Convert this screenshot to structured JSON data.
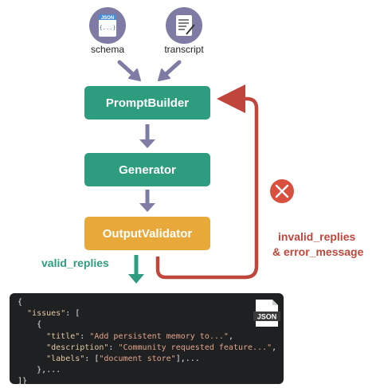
{
  "inputs": {
    "schema": {
      "label": "schema",
      "badge": "JSON",
      "glyph": "{...}",
      "icon": "json-file-icon"
    },
    "transcript": {
      "label": "transcript",
      "icon": "transcript-document-icon"
    }
  },
  "components": {
    "prompt_builder": "PromptBuilder",
    "generator": "Generator",
    "output_validator": "OutputValidator"
  },
  "edges": {
    "valid": "valid_replies",
    "invalid_line1": "invalid_replies",
    "invalid_line2": "& error_message"
  },
  "status_icon": "error-x-icon",
  "code": {
    "badge": "JSON",
    "l1": "{",
    "l2_key": "\"issues\"",
    "l2_rest": ": [",
    "l3": "    {",
    "l4_key": "\"title\"",
    "l4_val": "\"Add persistent memory to...\"",
    "l5_key": "\"description\"",
    "l5_val": "\"Community requested feature...\"",
    "l6_key": "\"labels\"",
    "l6_val": "\"document store\"",
    "l6_tail": "],...",
    "l7": "    },...",
    "l8": "]}"
  },
  "colors": {
    "green": "#2e9c7f",
    "orange": "#e9a93a",
    "red": "#c0463b",
    "arrow_purple": "#7e7ca4",
    "code_bg": "#1f2021"
  }
}
